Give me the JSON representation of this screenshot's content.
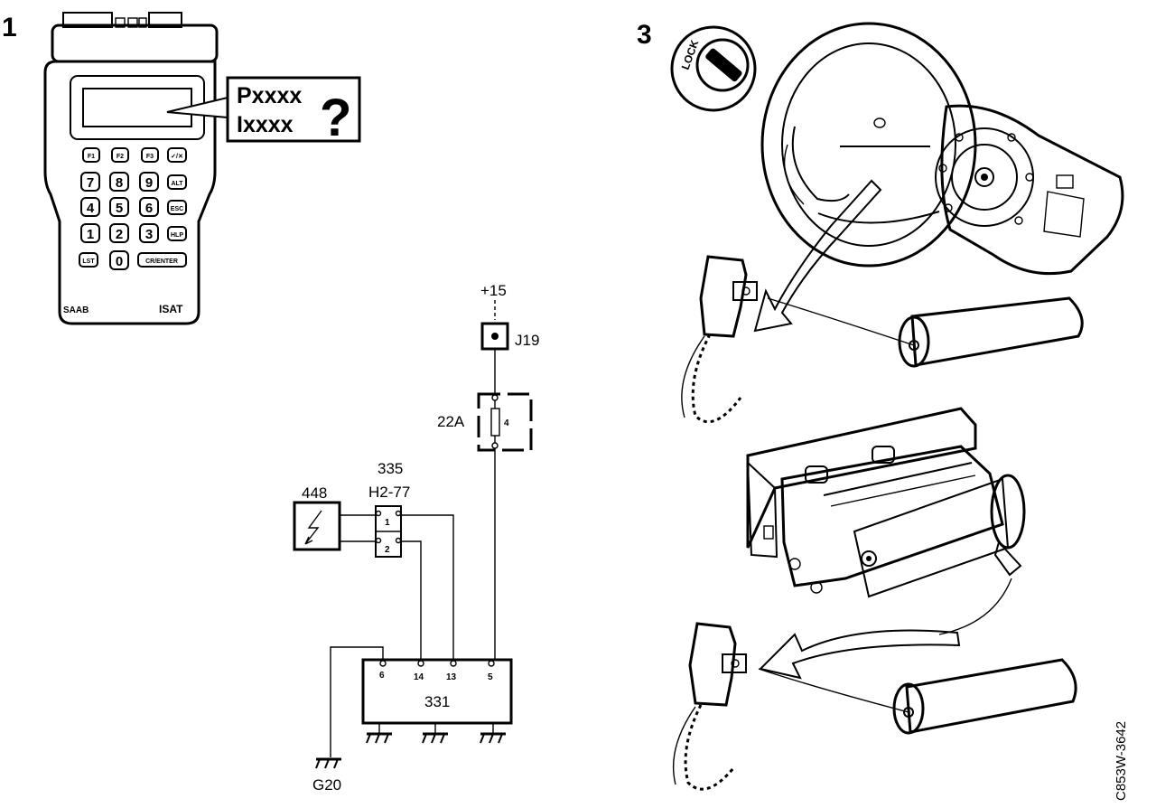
{
  "figure": {
    "panel_numbers": [
      "1",
      "3"
    ],
    "reference_code": "C853W-3642"
  },
  "tester": {
    "brand": "SAAB",
    "model": "ISAT",
    "display_lines": [
      "Pxxxx",
      "Ixxxx"
    ],
    "question_mark": "?",
    "keys": [
      "F1",
      "F2",
      "F3",
      "✓/✕",
      "7",
      "8",
      "9",
      "ALT",
      "4",
      "5",
      "6",
      "ESC",
      "1",
      "2",
      "3",
      "HLP",
      "LST",
      "0",
      "CR/ENTER"
    ]
  },
  "circuit": {
    "supply": "+15",
    "connector_j19": "J19",
    "fuse_box": "22A",
    "fuse_no": "4",
    "component_335": "335",
    "connector_h2_77": "H2-77",
    "pin_1": "1",
    "pin_2": "2",
    "component_448": "448",
    "control_unit": "331",
    "ecu_pins": [
      "6",
      "14",
      "13",
      "5"
    ],
    "ground": "G20"
  },
  "steering_lock": {
    "label": "LOCK"
  }
}
